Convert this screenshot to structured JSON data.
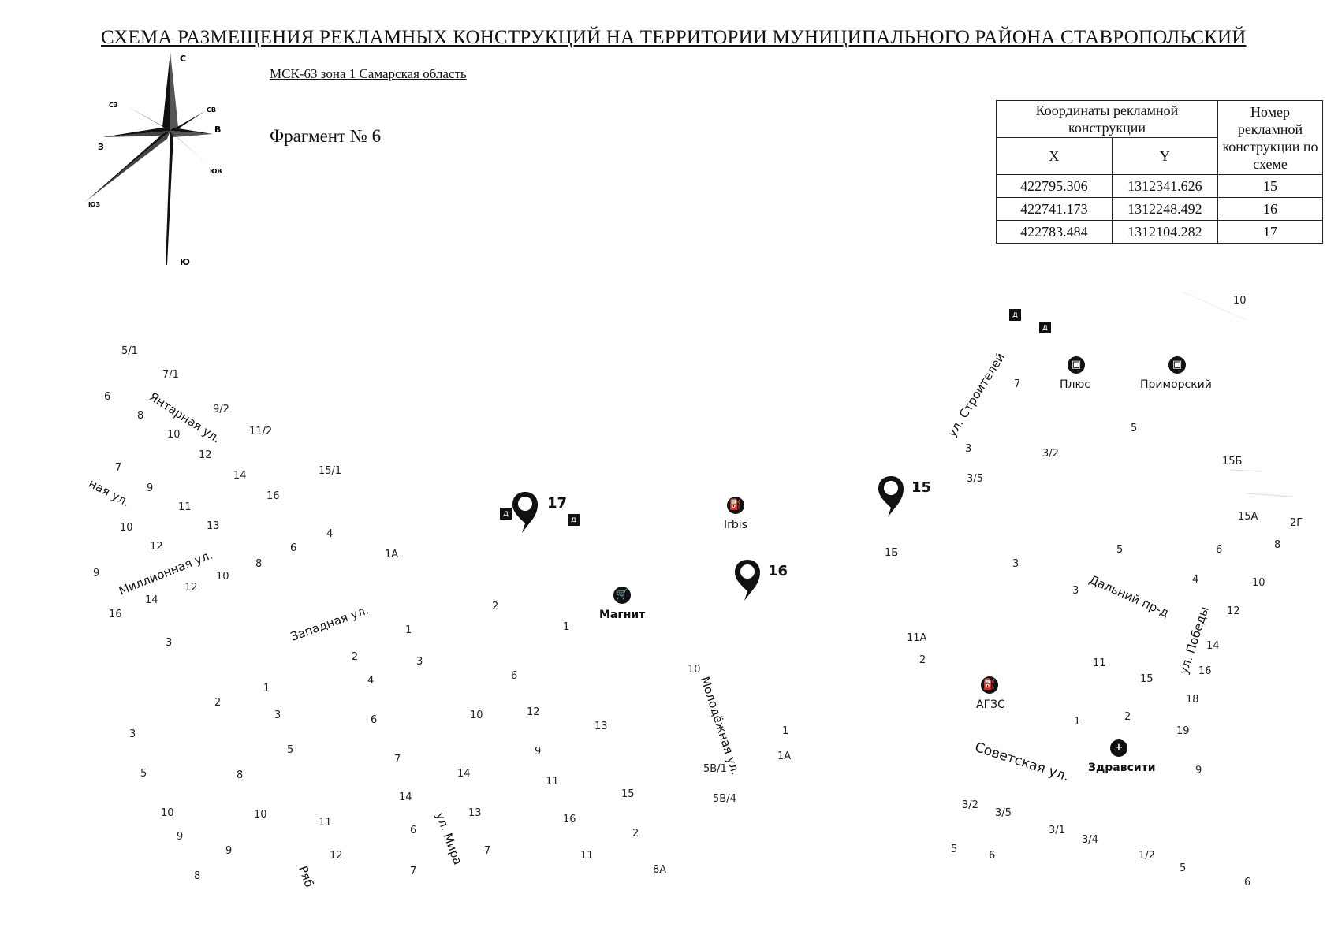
{
  "header": {
    "title": "СХЕМА РАЗМЕЩЕНИЯ РЕКЛАМНЫХ КОНСТРУКЦИЙ НА ТЕРРИТОРИИ МУНИЦИПАЛЬНОГО РАЙОНА СТАВРОПОЛЬСКИЙ",
    "crs": "МСК-63 зона 1 Самарская область",
    "fragment": "Фрагмент № 6"
  },
  "compass": {
    "n": "С",
    "s": "Ю",
    "w": "З",
    "e": "В",
    "nw": "СЗ",
    "ne": "СВ",
    "se": "ЮВ",
    "sw": "ЮЗ"
  },
  "table": {
    "head_coords": "Координаты рекламной конструкции",
    "head_num": "Номер рекламной конструкции по схеме",
    "head_x": "X",
    "head_y": "Y",
    "rows": [
      {
        "x": "422795.306",
        "y": "1312341.626",
        "n": "15"
      },
      {
        "x": "422741.173",
        "y": "1312248.492",
        "n": "16"
      },
      {
        "x": "422783.484",
        "y": "1312104.282",
        "n": "17"
      }
    ]
  },
  "markers": [
    "15",
    "16",
    "17"
  ],
  "streets": {
    "yantarnaya": "Янтарная ул.",
    "partial_left": "ная ул.",
    "millionnaya": "Миллионная ул.",
    "zapadnaya": "Западная ул.",
    "mira": "ул. Мира",
    "ryab": "Ряб",
    "molodezhnaya": "Молодёжная ул.",
    "stroiteley": "ул. Строителей",
    "dalniy": "Дальний пр-д",
    "pobedy": "ул. Победы",
    "sovetskaya": "Советская ул."
  },
  "pois": {
    "magnit": "Магнит",
    "irbis": "Irbis",
    "plus": "Плюс",
    "primorskiy": "Приморский",
    "agzs": "АГЗС",
    "zdravsiti": "Здравсити"
  },
  "house_numbers": [
    "5/1",
    "7/1",
    "6",
    "8",
    "9/2",
    "10",
    "11/2",
    "12",
    "7",
    "14",
    "15/1",
    "9",
    "16",
    "11",
    "10",
    "13",
    "12",
    "4",
    "6",
    "1А",
    "9",
    "8",
    "10",
    "12",
    "14",
    "16",
    "3",
    "1",
    "2",
    "3",
    "4",
    "2",
    "1",
    "3",
    "6",
    "5",
    "2",
    "1",
    "3",
    "6",
    "5",
    "8",
    "7",
    "10",
    "9",
    "9",
    "8",
    "11",
    "10",
    "12",
    "14",
    "6",
    "7",
    "8",
    "10",
    "12",
    "9",
    "11",
    "14",
    "13",
    "16",
    "7",
    "11",
    "13",
    "15",
    "2",
    "8А",
    "10",
    "5В/1",
    "5В/4",
    "1",
    "1А",
    "1Б",
    "11А",
    "2",
    "3",
    "5",
    "3",
    "4",
    "6",
    "8",
    "10",
    "12",
    "14",
    "16",
    "18",
    "19",
    "9",
    "11",
    "15",
    "2",
    "1",
    "2Г",
    "15А",
    "15Б",
    "10",
    "5",
    "7",
    "3",
    "3/2",
    "3/5",
    "3/2",
    "3/5",
    "3/1",
    "3/4",
    "1/2",
    "5",
    "6",
    "5",
    "6"
  ]
}
